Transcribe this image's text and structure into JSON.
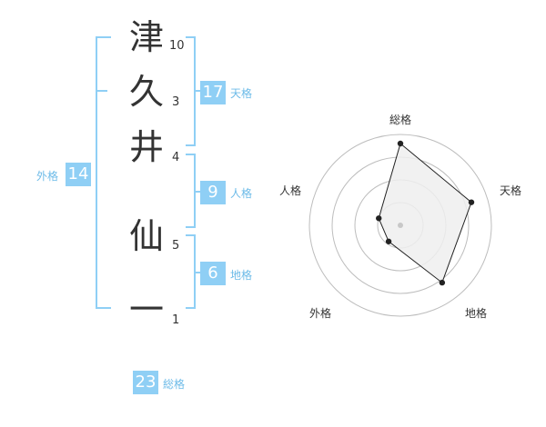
{
  "name_chars": [
    "津",
    "久",
    "井",
    "仙",
    "一"
  ],
  "strokes": [
    "10",
    "3",
    "4",
    "5",
    "1"
  ],
  "kaku": {
    "tenkaku": {
      "value": "17",
      "label": "天格"
    },
    "jinkaku": {
      "value": "9",
      "label": "人格"
    },
    "chikaku": {
      "value": "6",
      "label": "地格"
    },
    "gaikaku": {
      "value": "14",
      "label": "外格"
    },
    "soukaku": {
      "value": "23",
      "label": "総格"
    }
  },
  "radar": {
    "axes": [
      "総格",
      "天格",
      "地格",
      "外格",
      "人格"
    ],
    "values": [
      0.9,
      0.82,
      0.78,
      0.22,
      0.25
    ],
    "levels": 4
  },
  "colors": {
    "accent": "#8fcff5",
    "bracket": "#8fcff5",
    "text": "#333333"
  }
}
